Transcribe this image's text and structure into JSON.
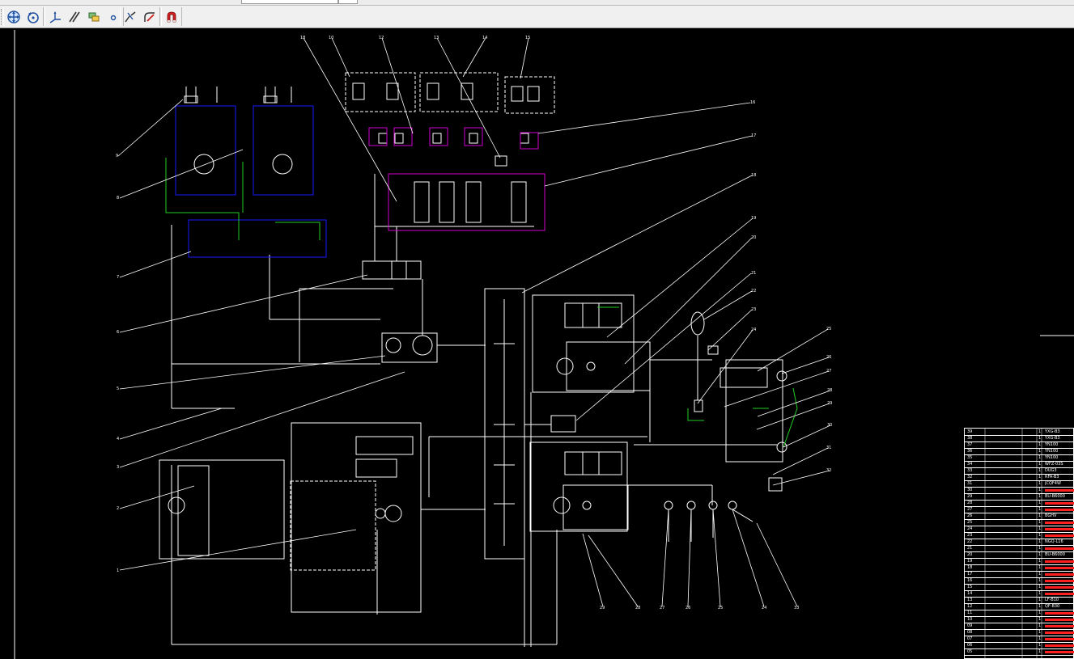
{
  "toolbar": {
    "buttons": [
      {
        "name": "pan-realtime-icon"
      },
      {
        "name": "orbit-icon"
      },
      {
        "name": "ucs-icon"
      },
      {
        "name": "parallel-lines-icon"
      },
      {
        "name": "layer-states-icon"
      },
      {
        "name": "point-icon"
      },
      {
        "name": "break-line-icon"
      },
      {
        "name": "fillet-icon"
      },
      {
        "name": "magnet-snap-icon"
      }
    ]
  },
  "colors": {
    "canvas": "#000000",
    "line": "#ffffff",
    "blue_group": "#1a1aff",
    "magenta_group": "#d000d0",
    "green_line": "#22cc22",
    "table_red": "#ff2020"
  },
  "balloons": {
    "top": [
      "18",
      "10",
      "12",
      "13",
      "14",
      "15"
    ],
    "right": [
      "16",
      "17",
      "18",
      "19",
      "20",
      "21",
      "22",
      "23",
      "24",
      "25",
      "26",
      "27",
      "28",
      "29",
      "30",
      "31",
      "32"
    ],
    "left": [
      "9",
      "8",
      "7",
      "6",
      "5",
      "4",
      "3",
      "2",
      "1"
    ],
    "bottom": [
      "29",
      "28",
      "27",
      "26",
      "25",
      "24",
      "33"
    ]
  },
  "bom": {
    "rows": [
      [
        "39",
        "",
        "1",
        "YXG-B3"
      ],
      [
        "38",
        "",
        "1",
        "YXG-B3"
      ],
      [
        "37",
        "",
        "1",
        "YN100"
      ],
      [
        "36",
        "",
        "1",
        "YN100"
      ],
      [
        "35",
        "",
        "1",
        "YN100"
      ],
      [
        "34",
        "",
        "1",
        "WFZ-03S"
      ],
      [
        "33",
        "",
        "1",
        "DUG3"
      ],
      [
        "32",
        "",
        "1",
        "RFA-B3"
      ],
      [
        "31",
        "",
        "1",
        "JCQF4W"
      ],
      [
        "30",
        "",
        "1",
        ""
      ],
      [
        "29",
        "",
        "1",
        "BU-B6000"
      ],
      [
        "28",
        "",
        "1",
        ""
      ],
      [
        "27",
        "",
        "1",
        ""
      ],
      [
        "26",
        "",
        "1",
        "BGHV"
      ],
      [
        "25",
        "",
        "1",
        ""
      ],
      [
        "24",
        "",
        "1",
        ""
      ],
      [
        "23",
        "",
        "1",
        ""
      ],
      [
        "22",
        "",
        "1",
        "NGQ-L16"
      ],
      [
        "21",
        "",
        "1",
        ""
      ],
      [
        "20",
        "",
        "1",
        "BU-B6000"
      ],
      [
        "19",
        "",
        "1",
        ""
      ],
      [
        "18",
        "",
        "1",
        ""
      ],
      [
        "17",
        "",
        "1",
        ""
      ],
      [
        "16",
        "",
        "1",
        ""
      ],
      [
        "15",
        "",
        "1",
        ""
      ],
      [
        "14",
        "",
        "1",
        ""
      ],
      [
        "13",
        "",
        "1",
        "LF-B10"
      ],
      [
        "12",
        "",
        "1",
        "QF-B30"
      ],
      [
        "11",
        "",
        "1",
        ""
      ],
      [
        "10",
        "",
        "1",
        ""
      ],
      [
        "09",
        "",
        "1",
        ""
      ],
      [
        "08",
        "",
        "1",
        ""
      ],
      [
        "07",
        "",
        "1",
        ""
      ],
      [
        "06",
        "",
        "1",
        ""
      ],
      [
        "05",
        "",
        "1",
        ""
      ]
    ]
  }
}
